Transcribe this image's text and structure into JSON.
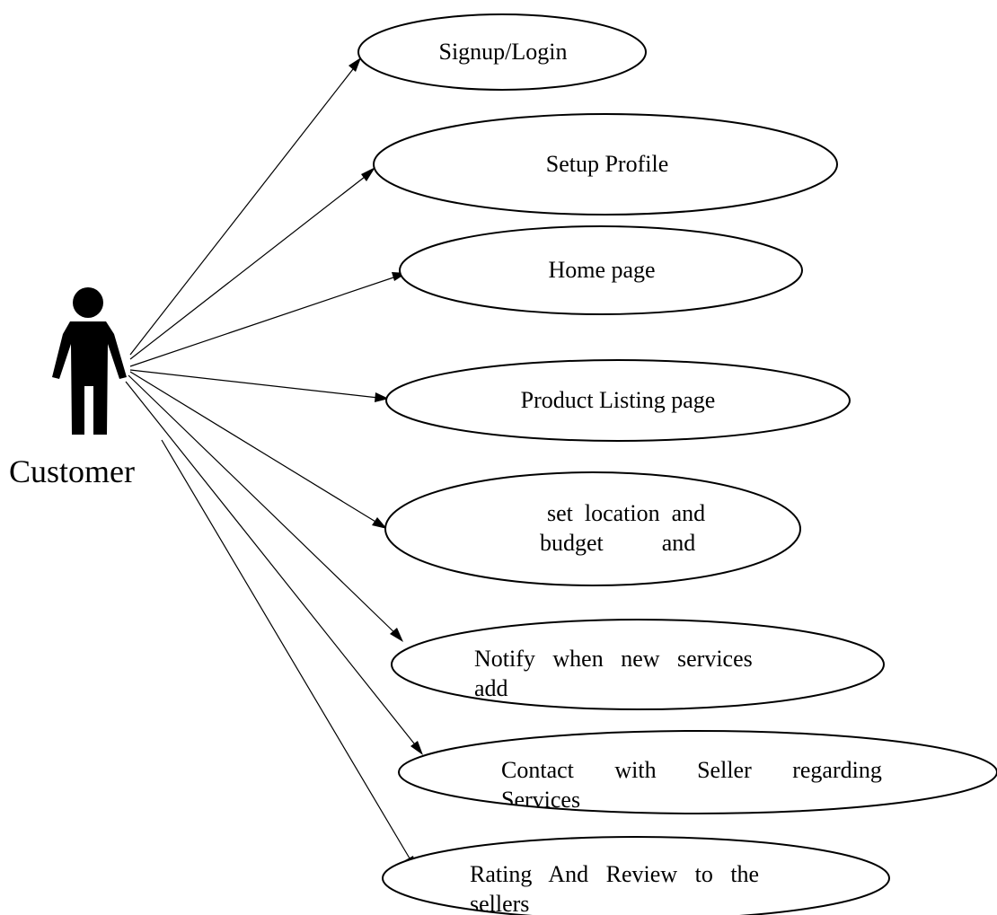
{
  "actor": {
    "name": "Customer",
    "icon": "person-icon"
  },
  "use_cases": [
    {
      "id": "signup-login",
      "lines": [
        "Signup/Login"
      ]
    },
    {
      "id": "setup-profile",
      "lines": [
        "Setup Profile"
      ]
    },
    {
      "id": "home-page",
      "lines": [
        "Home page"
      ]
    },
    {
      "id": "product-listing-page",
      "lines": [
        "Product Listing page"
      ]
    },
    {
      "id": "set-location-budget",
      "lines": [
        "set  location  and",
        "budget          and"
      ]
    },
    {
      "id": "notify-new-services",
      "lines": [
        "Notify   when   new   services",
        "add"
      ]
    },
    {
      "id": "contact-seller",
      "lines": [
        "Contact       with       Seller       regarding",
        "Services"
      ]
    },
    {
      "id": "rating-review",
      "lines": [
        "Rating   And   Review   to   the",
        "sellers"
      ]
    }
  ]
}
